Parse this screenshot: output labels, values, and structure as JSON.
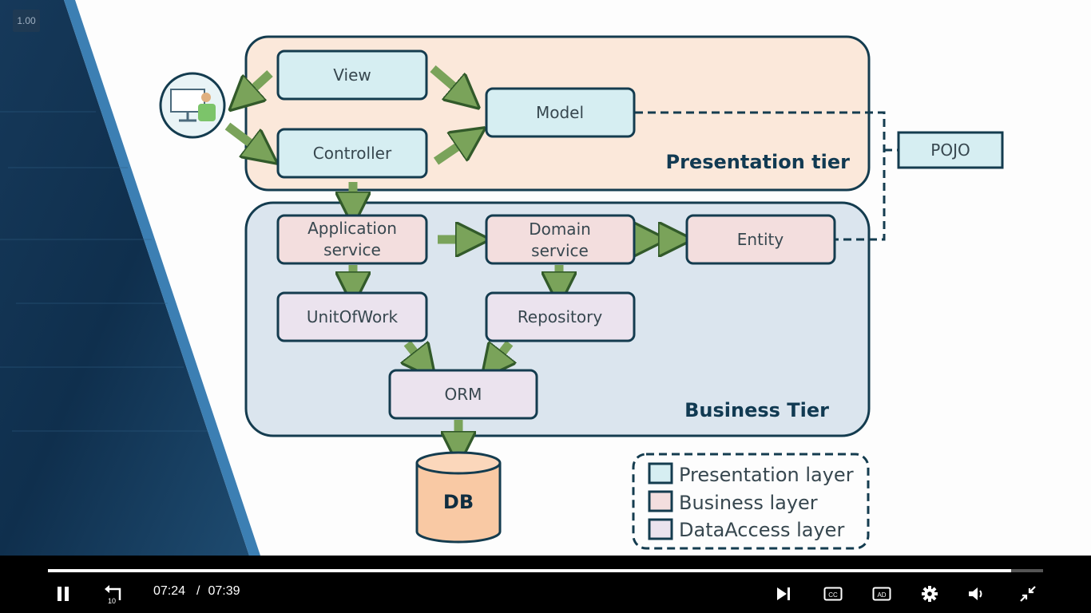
{
  "player": {
    "speed_badge": "1.00",
    "current_time": "07:24",
    "separator": "/",
    "duration": "07:39",
    "progress_fraction": 0.968,
    "controls": {
      "pause_icon": "pause-icon",
      "rewind_icon": "rewind-10-icon",
      "rewind_number": "10",
      "next_icon": "skip-next-icon",
      "captions_icon": "cc-icon",
      "captions_text": "CC",
      "audio_description_icon": "ad-icon",
      "audio_description_text": "AD",
      "settings_icon": "gear-icon",
      "volume_icon": "volume-icon",
      "exit_fullscreen_icon": "exit-fullscreen-icon"
    }
  },
  "diagram": {
    "tiers": {
      "presentation": "Presentation tier",
      "business": "Business Tier"
    },
    "boxes": {
      "view": "View",
      "controller": "Controller",
      "model": "Model",
      "pojo": "POJO",
      "application_service": [
        "Application",
        "service"
      ],
      "domain_service": [
        "Domain",
        "service"
      ],
      "entity": "Entity",
      "unit_of_work": "UnitOfWork",
      "repository": "Repository",
      "orm": "ORM",
      "db": "DB"
    },
    "legend": {
      "presentation_layer": "Presentation layer",
      "business_layer": "Business layer",
      "dataaccess_layer": "DataAccess layer"
    },
    "colors": {
      "presentation_fill": "#d6eef2",
      "business_fill": "#f3dede",
      "dataaccess_fill": "#ebe3ee",
      "outline": "#143c4f",
      "arrow": "#7aa35a",
      "presentation_tier_bg": "#fbe8da",
      "business_tier_bg": "#dbe5ee",
      "db_fill": "#f9c9a4"
    }
  }
}
